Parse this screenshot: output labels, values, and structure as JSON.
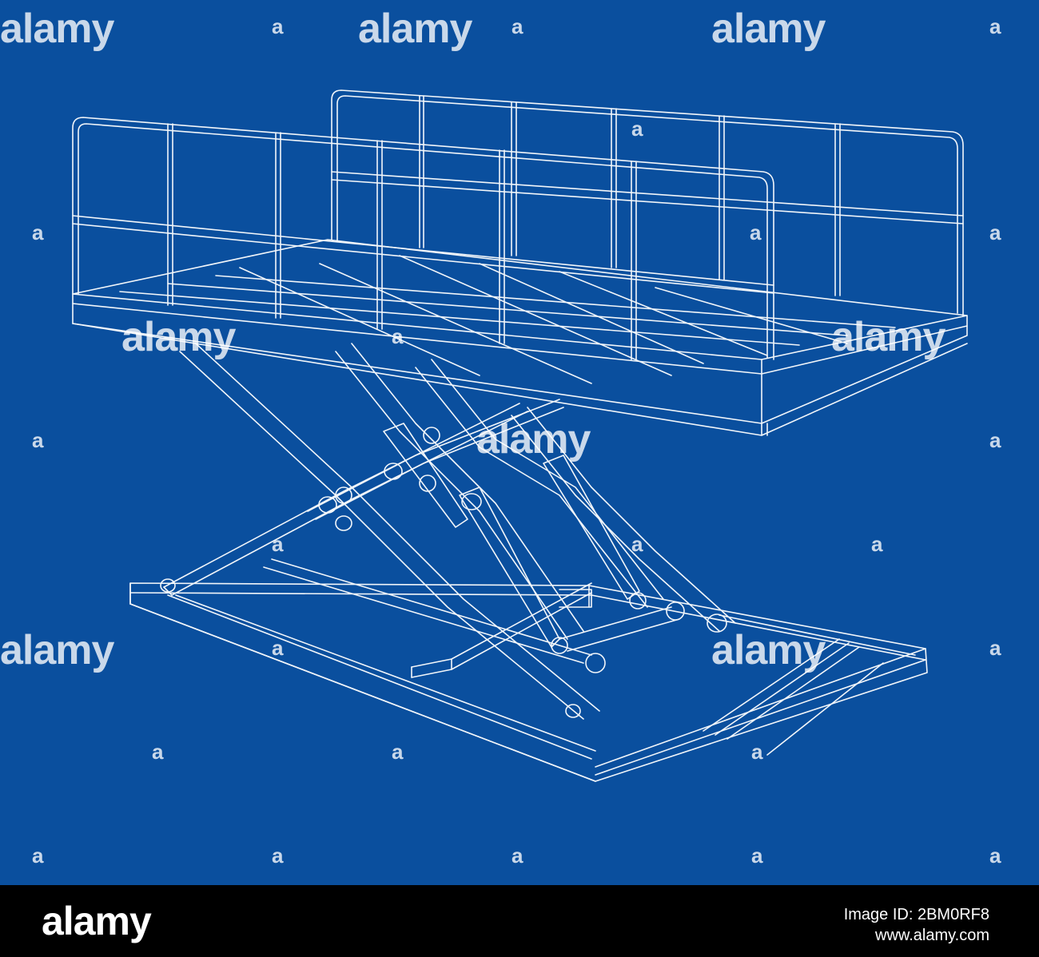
{
  "watermark": {
    "logo_text": "alamy",
    "a_glyph": "a"
  },
  "footer": {
    "logo_text": "alamy",
    "image_id_line": "Image ID: 2BM0RF8",
    "site_line": "www.alamy.com"
  },
  "colors": {
    "background": "#0a4f9e",
    "line": "#ffffff",
    "footer_background": "#000000",
    "footer_text": "#ffffff"
  }
}
